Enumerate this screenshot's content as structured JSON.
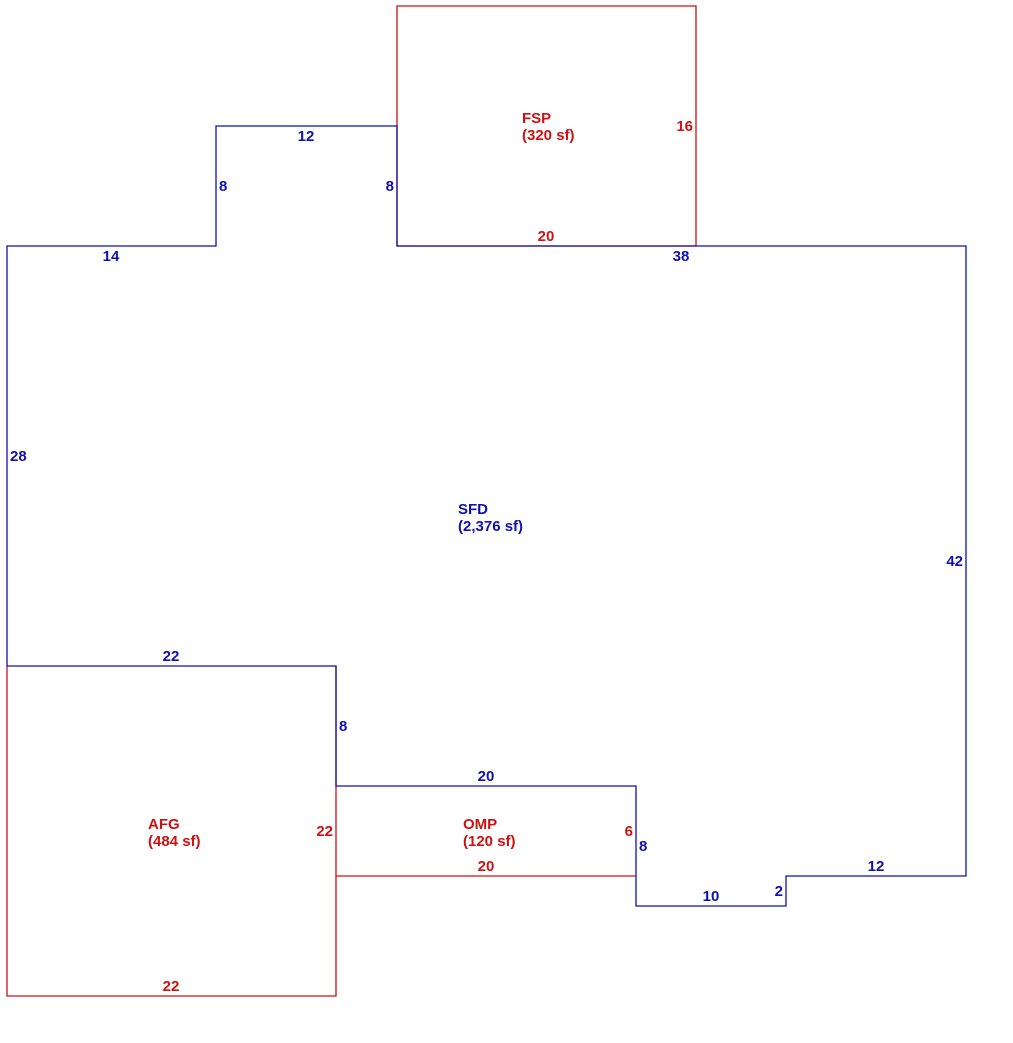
{
  "colors": {
    "main_structure": "#1010b0",
    "attached_areas": "#d01010"
  },
  "areas": {
    "sfd": {
      "code": "SFD",
      "area": "(2,376 sf)"
    },
    "fsp": {
      "code": "FSP",
      "area": "(320 sf)"
    },
    "afg": {
      "code": "AFG",
      "area": "(484 sf)"
    },
    "omp": {
      "code": "OMP",
      "area": "(120 sf)"
    }
  },
  "dimensions": {
    "sfd_top_left": "14",
    "sfd_left": "28",
    "sfd_bump_left": "8",
    "sfd_bump_top": "12",
    "sfd_bump_right": "8",
    "sfd_top_right": "38",
    "sfd_right": "42",
    "sfd_bottom_right": "12",
    "sfd_step": "2",
    "sfd_bottom_step": "10",
    "sfd_notch_right": "8",
    "sfd_notch_top": "20",
    "sfd_notch_left": "8",
    "sfd_bottom_left": "22",
    "fsp_right": "16",
    "fsp_bottom": "20",
    "afg_right": "22",
    "afg_bottom": "22",
    "omp_right": "6",
    "omp_bottom": "20"
  }
}
